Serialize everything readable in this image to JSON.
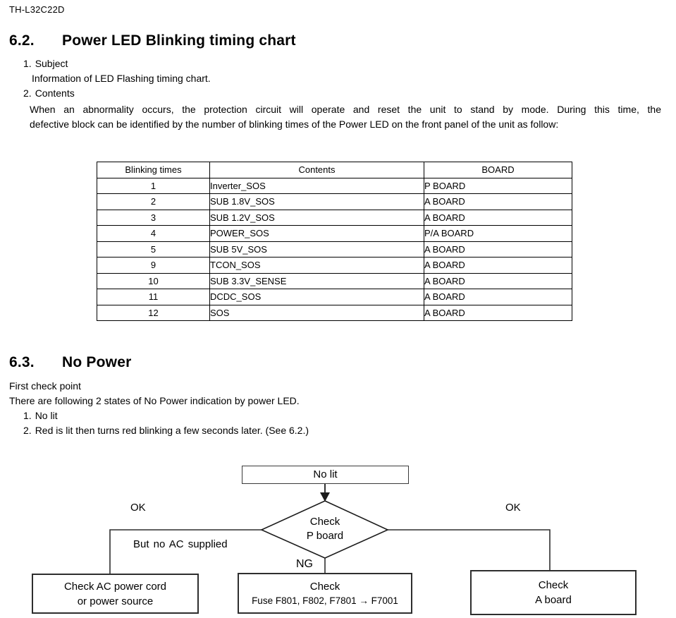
{
  "header": {
    "model": "TH-L32C22D"
  },
  "section62": {
    "number": "6.2.",
    "title": "Power LED Blinking timing chart",
    "item1_num": "1.",
    "item1_label": "Subject",
    "item1_body": "Information of LED Flashing timing chart.",
    "item2_num": "2.",
    "item2_label": "Contents",
    "body_line1": "When an abnormality occurs, the protection circuit will operate and reset the unit to stand by mode. During this time, the",
    "body_line2": "defective block can be identified by the number of blinking times of the Power LED on the front panel of the unit as follow:"
  },
  "table": {
    "headers": [
      "Blinking times",
      "Contents",
      "BOARD"
    ],
    "rows": [
      [
        "1",
        "Inverter_SOS",
        "P BOARD"
      ],
      [
        "2",
        "SUB 1.8V_SOS",
        "A BOARD"
      ],
      [
        "3",
        "SUB 1.2V_SOS",
        "A BOARD"
      ],
      [
        "4",
        "POWER_SOS",
        "P/A BOARD"
      ],
      [
        "5",
        "SUB 5V_SOS",
        "A BOARD"
      ],
      [
        "9",
        "TCON_SOS",
        "A BOARD"
      ],
      [
        "10",
        "SUB 3.3V_SENSE",
        "A BOARD"
      ],
      [
        "11",
        "DCDC_SOS",
        "A BOARD"
      ],
      [
        "12",
        "SOS",
        "A BOARD"
      ]
    ]
  },
  "section63": {
    "number": "6.3.",
    "title": "No Power",
    "line1": "First check point",
    "line2": "There are following 2 states of No Power indication by power LED.",
    "item1_num": "1.",
    "item1_label": "No lit",
    "item2_num": "2.",
    "item2_label": "Red is lit then turns red blinking a few seconds later. (See 6.2.)"
  },
  "flowchart": {
    "start_box": "No lit",
    "decision_line1": "Check",
    "decision_line2": "P board",
    "label_ok_left": "OK",
    "label_ok_right": "OK",
    "label_but_no_ac": "But no AC supplied",
    "label_ng": "NG",
    "left_box_line1": "Check AC power cord",
    "left_box_line2": "or power source",
    "mid_box_line1": "Check",
    "mid_box_line2": "Fuse F801, F802, F7801 → F7001",
    "right_box_line1": "Check",
    "right_box_line2": "A board"
  }
}
